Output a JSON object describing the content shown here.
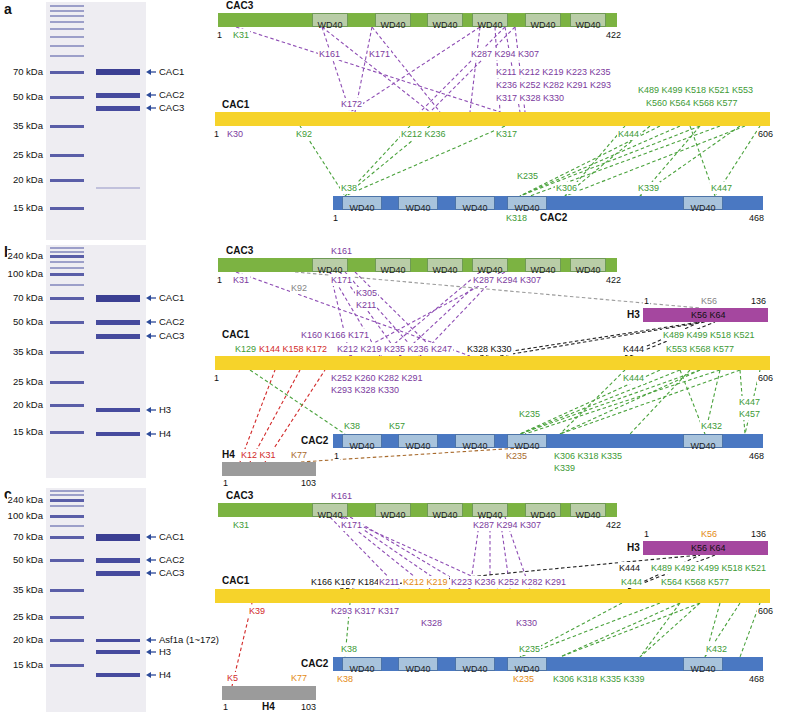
{
  "diagram": {
    "nodes": [
      {
        "text": [
          "CAC3"
        ]
      },
      {
        "text": [
          "WD40"
        ],
        "in": 0
      },
      {
        "text": [
          "WD40"
        ],
        "in": 0
      },
      {
        "text": [
          "WD40"
        ],
        "in": 0
      },
      {
        "text": [
          "WD40"
        ],
        "in": 0
      },
      {
        "text": [
          "WD40"
        ],
        "in": 0
      },
      {
        "text": [
          "WD40"
        ],
        "in": 0
      },
      {
        "text": [
          "CAC1"
        ]
      },
      {
        "text": [
          "CAC2"
        ]
      },
      {
        "text": [
          "WD40"
        ],
        "in": 8
      },
      {
        "text": [
          "WD40"
        ],
        "in": 8
      },
      {
        "text": [
          "WD40"
        ],
        "in": 8
      },
      {
        "text": [
          "WD40"
        ],
        "in": 8
      },
      {
        "text": [
          "WD40"
        ],
        "in": 8
      },
      {
        "text": [
          "CAC3"
        ]
      },
      {
        "text": [
          "WD40"
        ],
        "in": 14
      },
      {
        "text": [
          "WD40"
        ],
        "in": 14
      },
      {
        "text": [
          "WD40"
        ],
        "in": 14
      },
      {
        "text": [
          "WD40"
        ],
        "in": 14
      },
      {
        "text": [
          "WD40"
        ],
        "in": 14
      },
      {
        "text": [
          "WD40"
        ],
        "in": 14
      },
      {
        "text": [
          "H3"
        ]
      },
      {
        "text": [
          "CAC1"
        ]
      },
      {
        "text": [
          "CAC2"
        ]
      },
      {
        "text": [
          "WD40"
        ],
        "in": 23
      },
      {
        "text": [
          "WD40"
        ],
        "in": 23
      },
      {
        "text": [
          "WD40"
        ],
        "in": 23
      },
      {
        "text": [
          "WD40"
        ],
        "in": 23
      },
      {
        "text": [
          "WD40"
        ],
        "in": 23
      },
      {
        "text": [
          "H4"
        ]
      },
      {
        "text": [
          "CAC3"
        ]
      },
      {
        "text": [
          "WD40"
        ],
        "in": 30
      },
      {
        "text": [
          "WD40"
        ],
        "in": 30
      },
      {
        "text": [
          "WD40"
        ],
        "in": 30
      },
      {
        "text": [
          "WD40"
        ],
        "in": 30
      },
      {
        "text": [
          "WD40"
        ],
        "in": 30
      },
      {
        "text": [
          "WD40"
        ],
        "in": 30
      },
      {
        "text": [
          "H3"
        ]
      },
      {
        "text": [
          "CAC1"
        ]
      },
      {
        "text": [
          "CAC2"
        ]
      },
      {
        "text": [
          "WD40"
        ],
        "in": 39
      },
      {
        "text": [
          "WD40"
        ],
        "in": 39
      },
      {
        "text": [
          "WD40"
        ],
        "in": 39
      },
      {
        "text": [
          "WD40"
        ],
        "in": 39
      },
      {
        "text": [
          "WD40"
        ],
        "in": 39
      },
      {
        "text": [
          "H4"
        ]
      }
    ],
    "edges": [
      {
        "from": 0,
        "to": 7,
        "arrow": "none"
      },
      {
        "from": 0,
        "to": 7,
        "arrow": "none"
      },
      {
        "from": 0,
        "to": 7,
        "arrow": "none"
      },
      {
        "from": 0,
        "to": 7,
        "arrow": "none"
      },
      {
        "from": 0,
        "to": 7,
        "arrow": "none"
      },
      {
        "from": 0,
        "to": 7,
        "arrow": "none"
      },
      {
        "from": 0,
        "to": 7,
        "arrow": "none"
      },
      {
        "from": 0,
        "to": 7,
        "arrow": "none"
      },
      {
        "from": 0,
        "to": 7,
        "arrow": "none"
      },
      {
        "from": 0,
        "to": 7,
        "arrow": "none"
      },
      {
        "from": 0,
        "to": 7,
        "arrow": "none"
      },
      {
        "from": 0,
        "to": 7,
        "arrow": "none"
      },
      {
        "from": 7,
        "to": 8,
        "arrow": "none"
      },
      {
        "from": 7,
        "to": 8,
        "arrow": "none"
      },
      {
        "from": 7,
        "to": 8,
        "arrow": "none"
      },
      {
        "from": 7,
        "to": 8,
        "arrow": "none"
      },
      {
        "from": 7,
        "to": 8,
        "arrow": "none"
      },
      {
        "from": 7,
        "to": 8,
        "arrow": "none"
      },
      {
        "from": 7,
        "to": 8,
        "arrow": "none"
      },
      {
        "from": 7,
        "to": 8,
        "arrow": "none"
      },
      {
        "from": 7,
        "to": 8,
        "arrow": "none"
      },
      {
        "from": 7,
        "to": 8,
        "arrow": "none"
      },
      {
        "from": 7,
        "to": 8,
        "arrow": "none"
      },
      {
        "from": 7,
        "to": 8,
        "arrow": "none"
      },
      {
        "from": 7,
        "to": 8,
        "arrow": "none"
      },
      {
        "from": 7,
        "to": 8,
        "arrow": "none"
      },
      {
        "from": 7,
        "to": 8,
        "arrow": "none"
      },
      {
        "from": 14,
        "to": 22,
        "arrow": "none"
      },
      {
        "from": 14,
        "to": 22,
        "arrow": "none"
      },
      {
        "from": 14,
        "to": 22,
        "arrow": "none"
      },
      {
        "from": 14,
        "to": 22,
        "arrow": "none"
      },
      {
        "from": 14,
        "to": 22,
        "arrow": "none"
      },
      {
        "from": 14,
        "to": 22,
        "arrow": "none"
      },
      {
        "from": 14,
        "to": 22,
        "arrow": "none"
      },
      {
        "from": 14,
        "to": 22,
        "arrow": "none"
      },
      {
        "from": 14,
        "to": 22,
        "arrow": "none"
      },
      {
        "from": 14,
        "to": 22,
        "arrow": "none"
      },
      {
        "from": 14,
        "to": 21,
        "arrow": "none"
      },
      {
        "from": 22,
        "to": 21,
        "arrow": "none"
      },
      {
        "from": 22,
        "to": 21,
        "arrow": "none"
      },
      {
        "from": 22,
        "to": 21,
        "arrow": "none"
      },
      {
        "from": 22,
        "to": 21,
        "arrow": "none"
      },
      {
        "from": 29,
        "to": 22,
        "arrow": "none"
      },
      {
        "from": 29,
        "to": 22,
        "arrow": "none"
      },
      {
        "from": 29,
        "to": 22,
        "arrow": "none"
      },
      {
        "from": 22,
        "to": 23,
        "arrow": "none"
      },
      {
        "from": 22,
        "to": 23,
        "arrow": "none"
      },
      {
        "from": 22,
        "to": 23,
        "arrow": "none"
      },
      {
        "from": 22,
        "to": 23,
        "arrow": "none"
      },
      {
        "from": 22,
        "to": 23,
        "arrow": "none"
      },
      {
        "from": 22,
        "to": 23,
        "arrow": "none"
      },
      {
        "from": 22,
        "to": 23,
        "arrow": "none"
      },
      {
        "from": 22,
        "to": 23,
        "arrow": "none"
      },
      {
        "from": 22,
        "to": 23,
        "arrow": "none"
      },
      {
        "from": 22,
        "to": 23,
        "arrow": "none"
      },
      {
        "from": 22,
        "to": 23,
        "arrow": "none"
      },
      {
        "from": 22,
        "to": 23,
        "arrow": "none"
      },
      {
        "from": 22,
        "to": 23,
        "arrow": "none"
      },
      {
        "from": 23,
        "to": 29,
        "arrow": "none"
      },
      {
        "from": 30,
        "to": 38,
        "arrow": "none"
      },
      {
        "from": 30,
        "to": 38,
        "arrow": "none"
      },
      {
        "from": 30,
        "to": 38,
        "arrow": "none"
      },
      {
        "from": 30,
        "to": 38,
        "arrow": "none"
      },
      {
        "from": 30,
        "to": 38,
        "arrow": "none"
      },
      {
        "from": 30,
        "to": 38,
        "arrow": "none"
      },
      {
        "from": 30,
        "to": 38,
        "arrow": "none"
      },
      {
        "from": 30,
        "to": 38,
        "arrow": "none"
      },
      {
        "from": 30,
        "to": 38,
        "arrow": "none"
      },
      {
        "from": 38,
        "to": 37,
        "arrow": "none"
      },
      {
        "from": 38,
        "to": 37,
        "arrow": "none"
      },
      {
        "from": 38,
        "to": 37,
        "arrow": "none"
      },
      {
        "from": 45,
        "to": 38,
        "arrow": "none"
      },
      {
        "from": 38,
        "to": 39,
        "arrow": "none"
      },
      {
        "from": 38,
        "to": 39,
        "arrow": "none"
      },
      {
        "from": 38,
        "to": 39,
        "arrow": "none"
      },
      {
        "from": 38,
        "to": 39,
        "arrow": "none"
      },
      {
        "from": 38,
        "to": 39,
        "arrow": "none"
      },
      {
        "from": 38,
        "to": 39,
        "arrow": "none"
      },
      {
        "from": 38,
        "to": 39,
        "arrow": "none"
      },
      {
        "from": 38,
        "to": 39,
        "arrow": "none"
      },
      {
        "from": 38,
        "to": 39,
        "arrow": "none"
      },
      {
        "from": 38,
        "to": 39,
        "arrow": "none"
      }
    ],
    "labels": [
      "a",
      "70 kDa",
      "50 kDa",
      "35 kDa",
      "25 kDa",
      "20 kDa",
      "15 kDa",
      "CAC1",
      "CAC2",
      "CAC3",
      "K31",
      "1",
      "422",
      "K161",
      "K171",
      "K287 K294 K307",
      "K211 K212 K219 K223 K235",
      "K236 K252 K282 K291 K293",
      "K317 K328 K330",
      "K172",
      "K489 K499 K518 K521 K553",
      "K560 K564 K568 K577",
      "1",
      "K30",
      "K92",
      "K212 K236",
      "K317",
      "K444",
      "606",
      "K38",
      "K235",
      "K306",
      "K339",
      "K447",
      "1",
      "K318",
      "468",
      "b",
      "240 kDa",
      "100 kDa",
      "70 kDa",
      "50 kDa",
      "35 kDa",
      "25 kDa",
      "20 kDa",
      "15 kDa",
      "CAC1",
      "CAC2",
      "CAC3",
      "H3",
      "H4",
      "K161",
      "1",
      "K31",
      "K92",
      "K171",
      "K287 K294 K307",
      "422",
      "K305",
      "K211",
      "1",
      "K56",
      "136",
      "K56 K64",
      "K160 K166 K171",
      "K489 K499 K518 K521",
      "K129",
      "K144 K158 K172",
      "K212 K219 K235 K236 K247",
      "K328 K330",
      "K444",
      "K553 K568 K577",
      "1",
      "K252 K260 K282 K291",
      "K444",
      "606",
      "K293 K328 K330",
      "K447",
      "K235",
      "K457",
      "K38",
      "K57",
      "K432",
      "1",
      "K235",
      "K306 K318 K335",
      "468",
      "K339",
      "K12 K31",
      "K77",
      "1",
      "103",
      "c",
      "240 kDa",
      "100 kDa",
      "70 kDa",
      "50 kDa",
      "35 kDa",
      "25 kDa",
      "20 kDa",
      "15 kDa",
      "CAC1",
      "CAC2",
      "CAC3",
      "Asf1a (1~172)",
      "H3",
      "H4",
      "K161",
      "K31",
      "K171",
      "K287 K294 K307",
      "422",
      "1",
      "K56",
      "136",
      "K56 K64",
      "K444",
      "K489 K492 K499 K518 K521",
      "K166 K167 K184",
      "K211",
      "K212 K219",
      "K223 K236 K252 K282 K291",
      "K444",
      "K564 K568 K577",
      "K39",
      "K293 K317 K317",
      "606",
      "K328",
      "K330",
      "K235",
      "K38",
      "K432",
      "K38",
      "K235",
      "K306 K318 K335 K339",
      "468",
      "K5",
      "K77",
      "1",
      "103"
    ]
  }
}
